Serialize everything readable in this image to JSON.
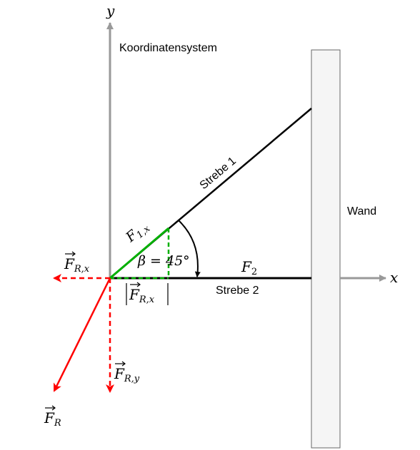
{
  "labels": {
    "y_axis": "y",
    "x_axis": "x",
    "coordinate_system": "Koordinatensystem",
    "strut1": "Strebe 1",
    "strut2": "Strebe 2",
    "wall": "Wand",
    "beta_equation": "β = 45°",
    "F2_symbol": "F",
    "F2_sub": "2",
    "F1x_symbol": "F",
    "F1x_sub": "1,x",
    "FRx_symbol": "F",
    "FRx_sub": "R,x",
    "FRx_mag_symbol": "F",
    "FRx_mag_sub": "R,x",
    "FRy_symbol": "F",
    "FRy_sub": "R,y",
    "FR_symbol": "F",
    "FR_sub": "R"
  },
  "colors": {
    "axis": "#999999",
    "strut": "#000000",
    "resultant": "#ff0000",
    "component": "#00b000",
    "wall_fill": "#f5f5f5",
    "wall_stroke": "#666666"
  },
  "angle_deg": 45
}
